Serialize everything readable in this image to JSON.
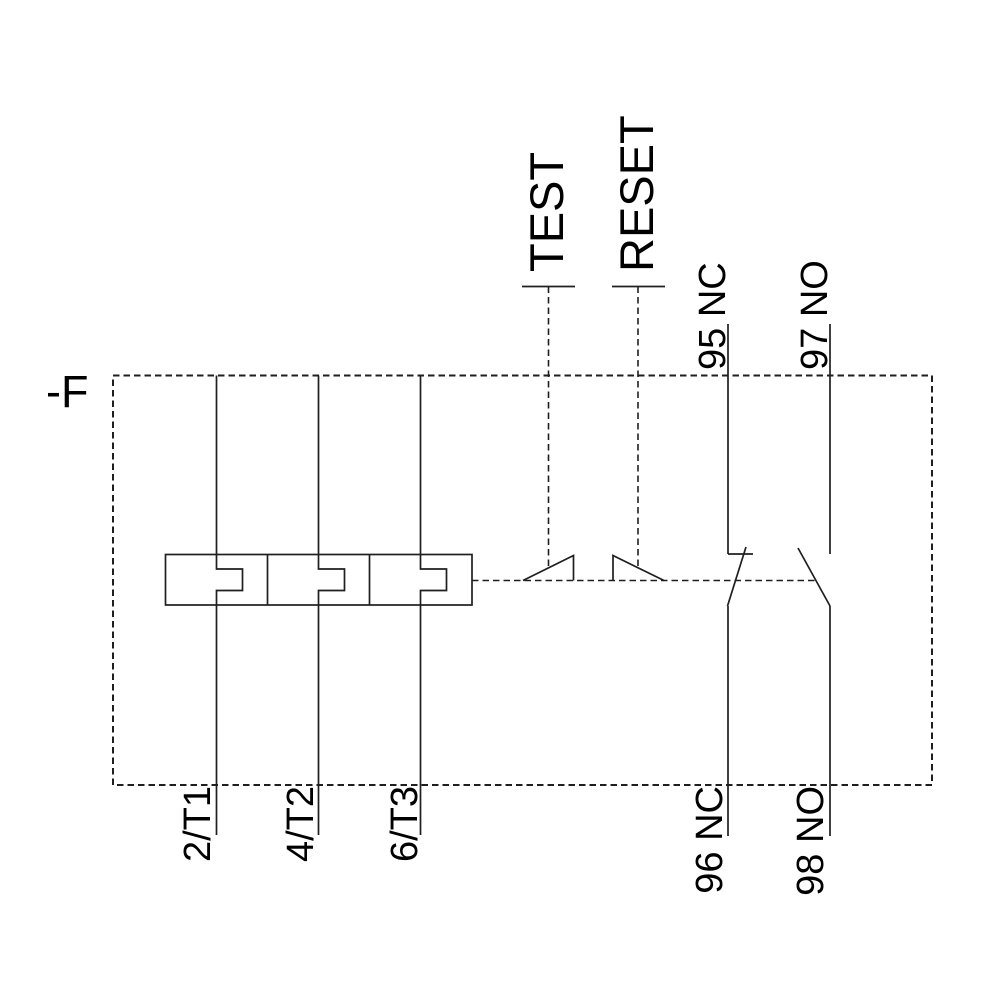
{
  "diagram": {
    "device_label": "-F",
    "actuators": {
      "test_label": "TEST",
      "reset_label": "RESET"
    },
    "power_terminals": [
      {
        "label": "2/T1"
      },
      {
        "label": "4/T2"
      },
      {
        "label": "6/T3"
      }
    ],
    "nc_contact": {
      "top_label": "95 NC",
      "bottom_label": "96 NC"
    },
    "no_contact": {
      "top_label": "97 NO",
      "bottom_label": "98 NO"
    },
    "colors": {
      "line": "#1f1f1f",
      "text": "#000000",
      "background": "#ffffff"
    }
  }
}
